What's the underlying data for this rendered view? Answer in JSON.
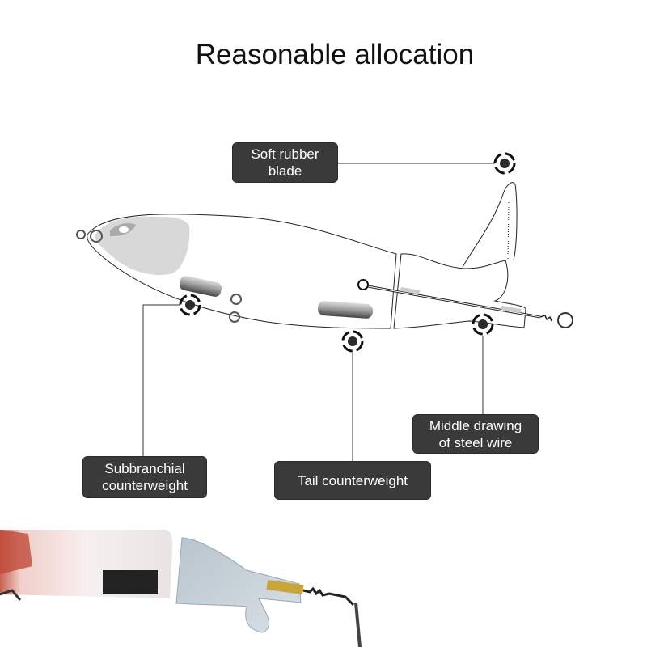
{
  "title": "Reasonable allocation",
  "callouts": {
    "blade": {
      "line1": "Soft rubber",
      "line2": "blade"
    },
    "subbranchial": {
      "line1": "Subbranchial",
      "line2": "counterweight"
    },
    "tail": {
      "line1": "Tail counterweight"
    },
    "wire": {
      "line1": "Middle drawing",
      "line2": "of steel wire"
    }
  },
  "colors": {
    "callout_bg": "#3a3a3a",
    "marker": "#2b2b2b"
  }
}
